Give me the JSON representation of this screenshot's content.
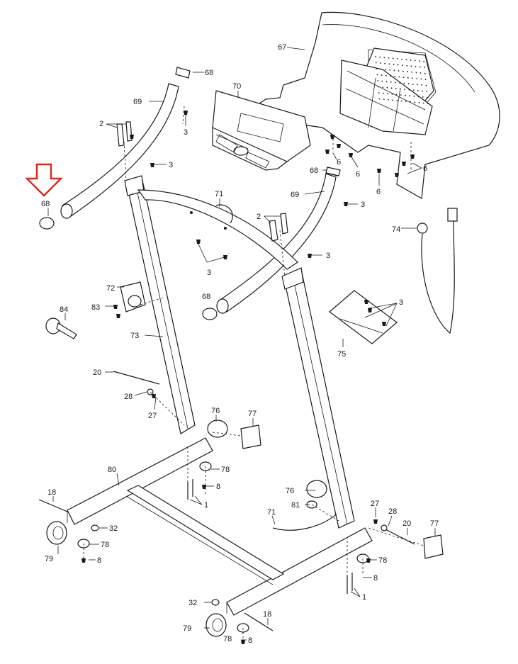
{
  "highlight": {
    "label": "68",
    "arrow_color": "#e0261c"
  },
  "labels": {
    "l1a": "1",
    "l1b": "1",
    "l2a": "2",
    "l2b": "2",
    "l3a": "3",
    "l3b": "3",
    "l3c": "3",
    "l3d": "3",
    "l3e": "3",
    "l3f": "3",
    "l6a": "6",
    "l6b": "6",
    "l6c": "6",
    "l6d": "6",
    "l8a": "8",
    "l8b": "8",
    "l8c": "8",
    "l8d": "8",
    "l18a": "18",
    "l18b": "18",
    "l20a": "20",
    "l20b": "20",
    "l27a": "27",
    "l27b": "27",
    "l28a": "28",
    "l28b": "28",
    "l32a": "32",
    "l32b": "32",
    "l67": "67",
    "l68a": "68",
    "l68b": "68",
    "l68c": "68",
    "l68d": "68",
    "l69a": "69",
    "l69b": "69",
    "l70": "70",
    "l71a": "71",
    "l71b": "71",
    "l72": "72",
    "l73": "73",
    "l74": "74",
    "l75": "75",
    "l76a": "76",
    "l76b": "76",
    "l77a": "77",
    "l77b": "77",
    "l78a": "78",
    "l78b": "78",
    "l78c": "78",
    "l78d": "78",
    "l79a": "79",
    "l79b": "79",
    "l80": "80",
    "l81": "81",
    "l83": "83",
    "l84": "84"
  }
}
